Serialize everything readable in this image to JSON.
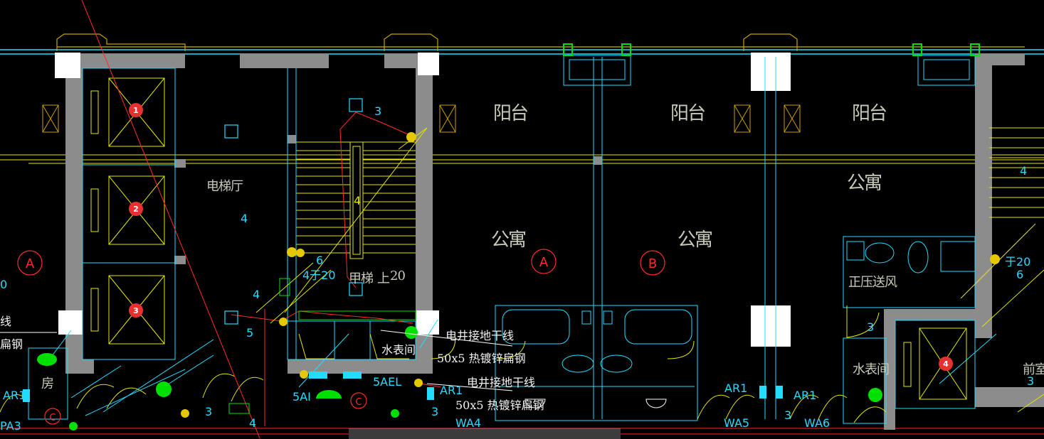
{
  "rooms": {
    "balcony": "阳台",
    "apartment": "公寓",
    "elevator_hall": "电梯厅",
    "stair_up": "上",
    "stair_a": "甲梯",
    "water_meter_room": "水表间",
    "positive_pressure": "正压送风",
    "front_room": "前室",
    "pit": "房"
  },
  "elevators": [
    "1",
    "2",
    "3",
    "4"
  ],
  "axis_markers": [
    "A",
    "A",
    "B",
    "C",
    "C"
  ],
  "grounding_note": {
    "line1": "电井接地干线",
    "line2": "50x5 热镀锌扁钢",
    "partial1": "线",
    "partial2": "扁钢"
  },
  "circuit_labels": {
    "ar1": "AR1",
    "wa4": "WA4",
    "wa5": "WA5",
    "wa6": "WA6",
    "pa3": "PA3",
    "fiveael": "5AEL",
    "fiveai": "5AI"
  },
  "wire_counts": {
    "n3": "3",
    "n4": "4",
    "n5": "5",
    "n6": "6",
    "four_20": "4于20",
    "up20": "上 20",
    "n20": "20",
    "f20": "于20",
    "n0": "0"
  },
  "colors": {
    "wall_fill": "#8c8c8c",
    "cyan": "#22ddff",
    "yellow": "#e6e600",
    "red": "#ff2a2a",
    "green": "#00e000",
    "white": "#ffffff",
    "background": "#000000"
  }
}
